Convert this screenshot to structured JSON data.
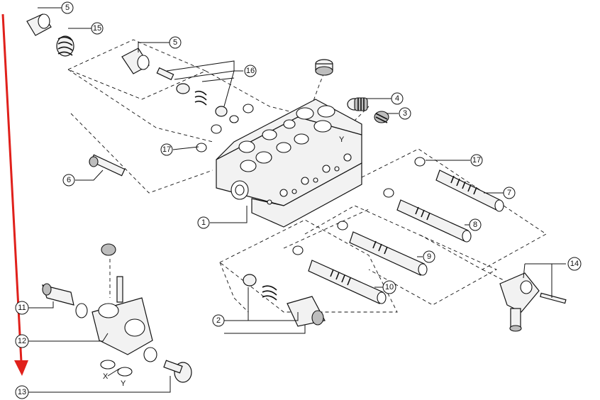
{
  "diagram": {
    "callouts": {
      "c1": "1",
      "c2": "2",
      "c3": "3",
      "c4": "4",
      "c5a": "5",
      "c5b": "5",
      "c6": "6",
      "c7": "7",
      "c8": "8",
      "c9": "9",
      "c10": "10",
      "c11": "11",
      "c12": "12",
      "c13": "13",
      "c14": "14",
      "c15": "15",
      "c16": "16",
      "c17a": "17",
      "c17b": "17"
    },
    "arrow_color": "#e0201b"
  }
}
